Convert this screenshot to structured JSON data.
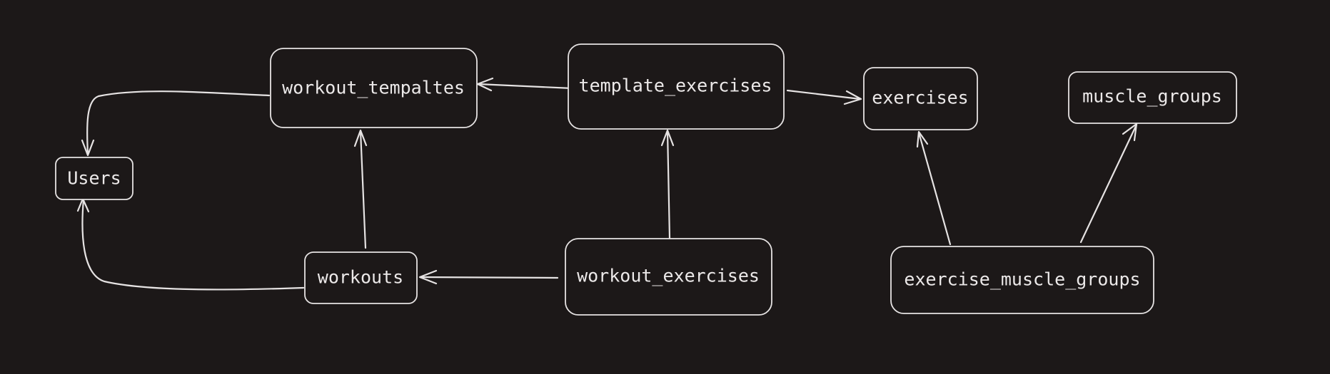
{
  "diagram": {
    "nodes": [
      {
        "id": "users",
        "label": "Users"
      },
      {
        "id": "workout_templates",
        "label": "workout_tempaltes"
      },
      {
        "id": "template_exercises",
        "label": "template_exercises"
      },
      {
        "id": "exercises",
        "label": "exercises"
      },
      {
        "id": "muscle_groups",
        "label": "muscle_groups"
      },
      {
        "id": "workouts",
        "label": "workouts"
      },
      {
        "id": "workout_exercises",
        "label": "workout_exercises"
      },
      {
        "id": "exercise_muscle_groups",
        "label": "exercise_muscle_groups"
      }
    ],
    "edges": [
      {
        "from": "workout_templates",
        "to": "users"
      },
      {
        "from": "workouts",
        "to": "users"
      },
      {
        "from": "template_exercises",
        "to": "workout_templates"
      },
      {
        "from": "template_exercises",
        "to": "exercises"
      },
      {
        "from": "workouts",
        "to": "workout_templates"
      },
      {
        "from": "workout_exercises",
        "to": "template_exercises"
      },
      {
        "from": "workout_exercises",
        "to": "workouts"
      },
      {
        "from": "exercise_muscle_groups",
        "to": "exercises"
      },
      {
        "from": "exercise_muscle_groups",
        "to": "muscle_groups"
      }
    ],
    "style": {
      "background": "#1c1818",
      "stroke": "#e6e3e3",
      "text": "#ece9e9"
    }
  }
}
